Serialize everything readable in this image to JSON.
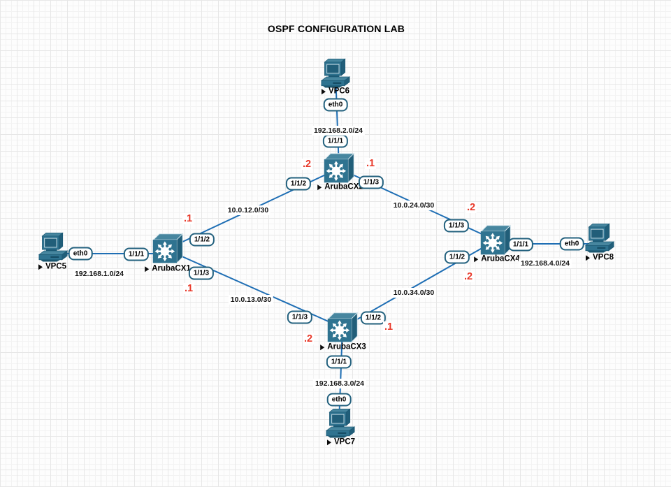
{
  "title": "OSPF CONFIGURATION LAB",
  "colors": {
    "link_line": "#1e6eb4",
    "device_teal": "#2f7390",
    "device_teal_dark": "#215e79",
    "port_pill_border": "#23617e",
    "ip_octet_red": "#e8392a",
    "label_text": "#000000"
  },
  "devices": {
    "vpc5": {
      "label": "VPC5",
      "type": "pc"
    },
    "vpc6": {
      "label": "VPC6",
      "type": "pc"
    },
    "vpc7": {
      "label": "VPC7",
      "type": "pc"
    },
    "vpc8": {
      "label": "VPC8",
      "type": "pc"
    },
    "cx1": {
      "label": "ArubaCX1",
      "type": "switch"
    },
    "cx2": {
      "label": "ArubaCX2",
      "type": "switch"
    },
    "cx3": {
      "label": "ArubaCX3",
      "type": "switch"
    },
    "cx4": {
      "label": "ArubaCX4",
      "type": "switch"
    }
  },
  "links": [
    {
      "from": "vpc5",
      "from_port": "eth0",
      "to": "cx1",
      "to_port": "1/1/1",
      "subnet": "192.168.1.0/24"
    },
    {
      "from": "vpc6",
      "from_port": "eth0",
      "to": "cx2",
      "to_port": "1/1/1",
      "subnet": "192.168.2.0/24"
    },
    {
      "from": "vpc7",
      "from_port": "eth0",
      "to": "cx3",
      "to_port": "1/1/1",
      "subnet": "192.168.3.0/24"
    },
    {
      "from": "vpc8",
      "from_port": "eth0",
      "to": "cx4",
      "to_port": "1/1/1",
      "subnet": "192.168.4.0/24"
    },
    {
      "from": "cx1",
      "from_port": "1/1/2",
      "from_ip": ".1",
      "to": "cx2",
      "to_port": "1/1/2",
      "to_ip": ".2",
      "subnet": "10.0.12.0/30"
    },
    {
      "from": "cx1",
      "from_port": "1/1/3",
      "from_ip": ".1",
      "to": "cx3",
      "to_port": "1/1/3",
      "to_ip": ".2",
      "subnet": "10.0.13.0/30"
    },
    {
      "from": "cx2",
      "from_port": "1/1/3",
      "from_ip": ".1",
      "to": "cx4",
      "to_port": "1/1/3",
      "to_ip": ".2",
      "subnet": "10.0.24.0/30"
    },
    {
      "from": "cx3",
      "from_port": "1/1/2",
      "from_ip": ".1",
      "to": "cx4",
      "to_port": "1/1/2",
      "to_ip": ".2",
      "subnet": "10.0.34.0/30"
    }
  ]
}
